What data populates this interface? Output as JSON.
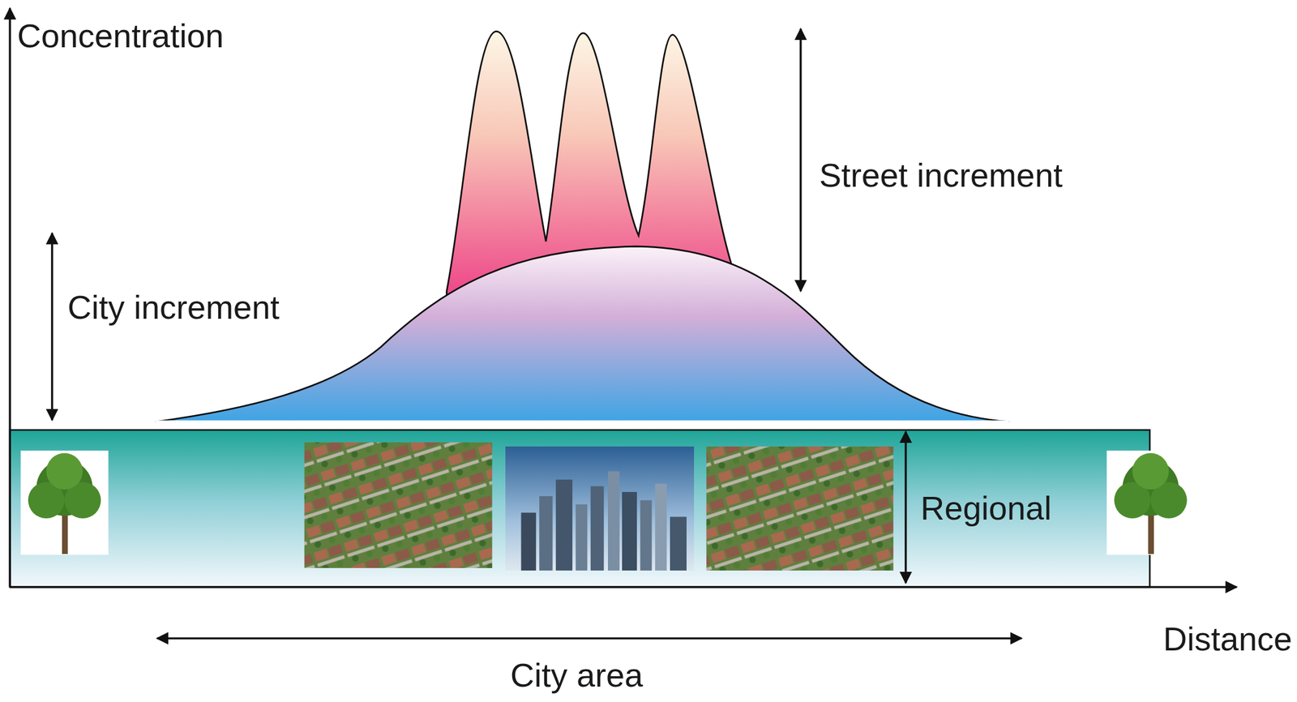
{
  "diagram": {
    "nodes": [
      {
        "text": [
          "Regional"
        ]
      }
    ],
    "labels": [
      "Concentration",
      "Street increment",
      "City increment",
      "Distance",
      "City area"
    ]
  }
}
